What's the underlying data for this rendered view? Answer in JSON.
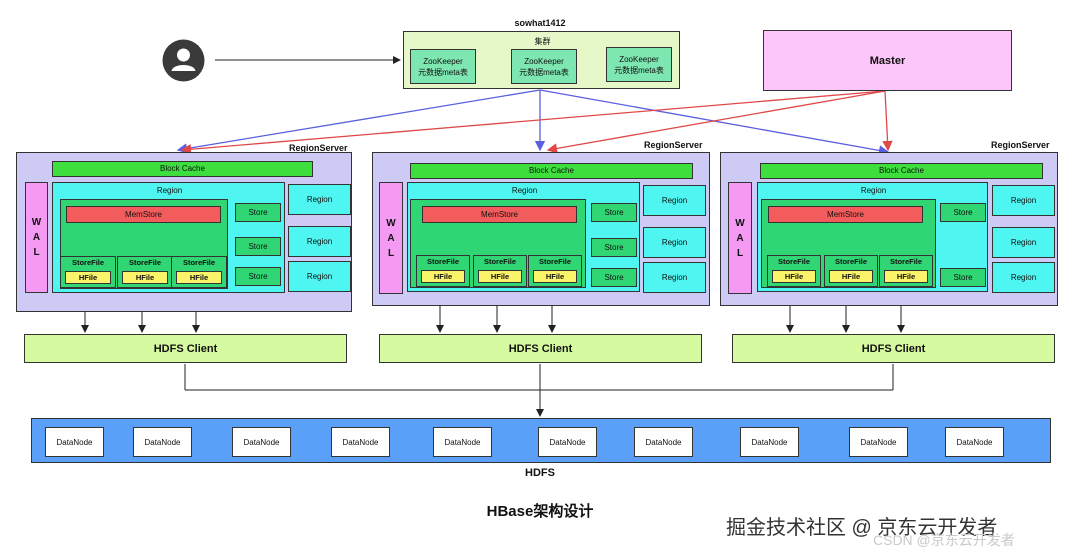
{
  "cluster": {
    "header": "sowhat1412",
    "label": "集群",
    "zookeepers": [
      {
        "line1": "ZooKeeper",
        "line2": "元数据meta表"
      },
      {
        "line1": "ZooKeeper",
        "line2": "元数据meta表"
      },
      {
        "line1": "ZooKeeper",
        "line2": "元数据meta表"
      }
    ]
  },
  "master": {
    "label": "Master"
  },
  "user_icon": "user-avatar-icon",
  "region_servers": [
    {
      "label": "RegionServer",
      "block_cache": "Block Cache",
      "wal": [
        "W",
        "A",
        "L"
      ],
      "region_title": "Region",
      "memstore": "MemStore",
      "storefiles": [
        {
          "name": "StoreFile",
          "hfile": "HFile"
        },
        {
          "name": "StoreFile",
          "hfile": "HFile"
        },
        {
          "name": "StoreFile",
          "hfile": "HFile"
        }
      ],
      "stores": [
        "Store",
        "Store",
        "Store"
      ],
      "regions": [
        "Region",
        "Region",
        "Region"
      ],
      "hdfs_client": "HDFS Client"
    },
    {
      "label": "RegionServer",
      "block_cache": "Block Cache",
      "wal": [
        "W",
        "A",
        "L"
      ],
      "region_title": "Region",
      "memstore": "MemStore",
      "storefiles": [
        {
          "name": "StoreFile",
          "hfile": "HFile"
        },
        {
          "name": "StoreFile",
          "hfile": "HFile"
        },
        {
          "name": "StoreFile",
          "hfile": "HFile"
        }
      ],
      "stores": [
        "Store",
        "Store",
        "Store"
      ],
      "regions": [
        "Region",
        "Region",
        "Region"
      ],
      "hdfs_client": "HDFS Client"
    },
    {
      "label": "RegionServer",
      "block_cache": "Block Cache",
      "wal": [
        "W",
        "A",
        "L"
      ],
      "region_title": "Region",
      "memstore": "MemStore",
      "storefiles": [
        {
          "name": "StoreFile",
          "hfile": "HFile"
        },
        {
          "name": "StoreFile",
          "hfile": "HFile"
        },
        {
          "name": "StoreFile",
          "hfile": "HFile"
        }
      ],
      "stores": [
        "Store",
        "Store"
      ],
      "regions": [
        "Region",
        "Region",
        "Region"
      ],
      "hdfs_client": "HDFS Client"
    }
  ],
  "hdfs": {
    "label": "HDFS",
    "datanodes": [
      "DataNode",
      "DataNode",
      "DataNode",
      "DataNode",
      "DataNode",
      "DataNode",
      "DataNode",
      "DataNode",
      "DataNode",
      "DataNode"
    ]
  },
  "caption": "HBase架构设计",
  "watermark": {
    "main": "掘金技术社区 @ 京东云开发者",
    "sub": "CSDN @京东云开发者"
  },
  "colors": {
    "zk_to_rs": "#5a5ee0",
    "master_to_rs": "#e04848",
    "connector": "#222222"
  }
}
